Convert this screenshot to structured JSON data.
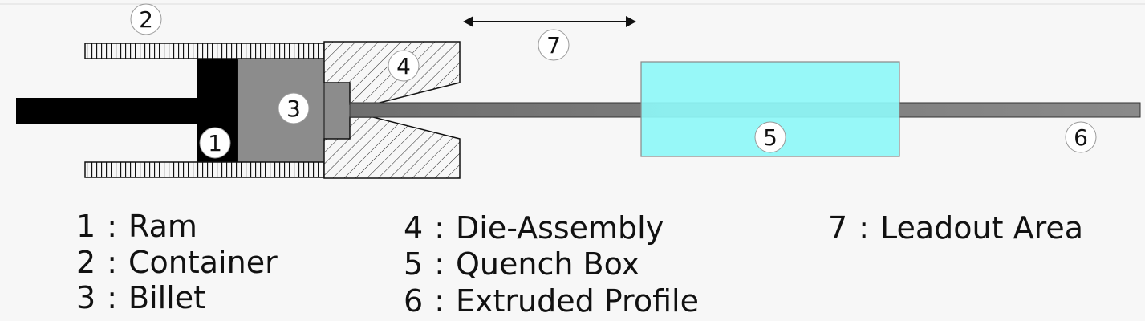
{
  "diagram": {
    "markers": {
      "ram": "1",
      "container": "2",
      "billet": "3",
      "die_assembly": "4",
      "quench_box": "5",
      "extruded_profile": "6",
      "leadout_area": "7"
    },
    "colors": {
      "ram": "#000000",
      "billet": "#8c8c8c",
      "profile": "#7a7a7a",
      "quench_box": "#8ef7f7",
      "hatch_bg": "#f7f7f7",
      "stroke": "#111111"
    }
  },
  "legend": {
    "separator": ":",
    "items": [
      {
        "number": "1",
        "label": "Ram"
      },
      {
        "number": "2",
        "label": "Container"
      },
      {
        "number": "3",
        "label": "Billet"
      },
      {
        "number": "4",
        "label": "Die-Assembly"
      },
      {
        "number": "5",
        "label": "Quench Box"
      },
      {
        "number": "6",
        "label": "Extruded Profile"
      },
      {
        "number": "7",
        "label": "Leadout Area"
      }
    ]
  }
}
